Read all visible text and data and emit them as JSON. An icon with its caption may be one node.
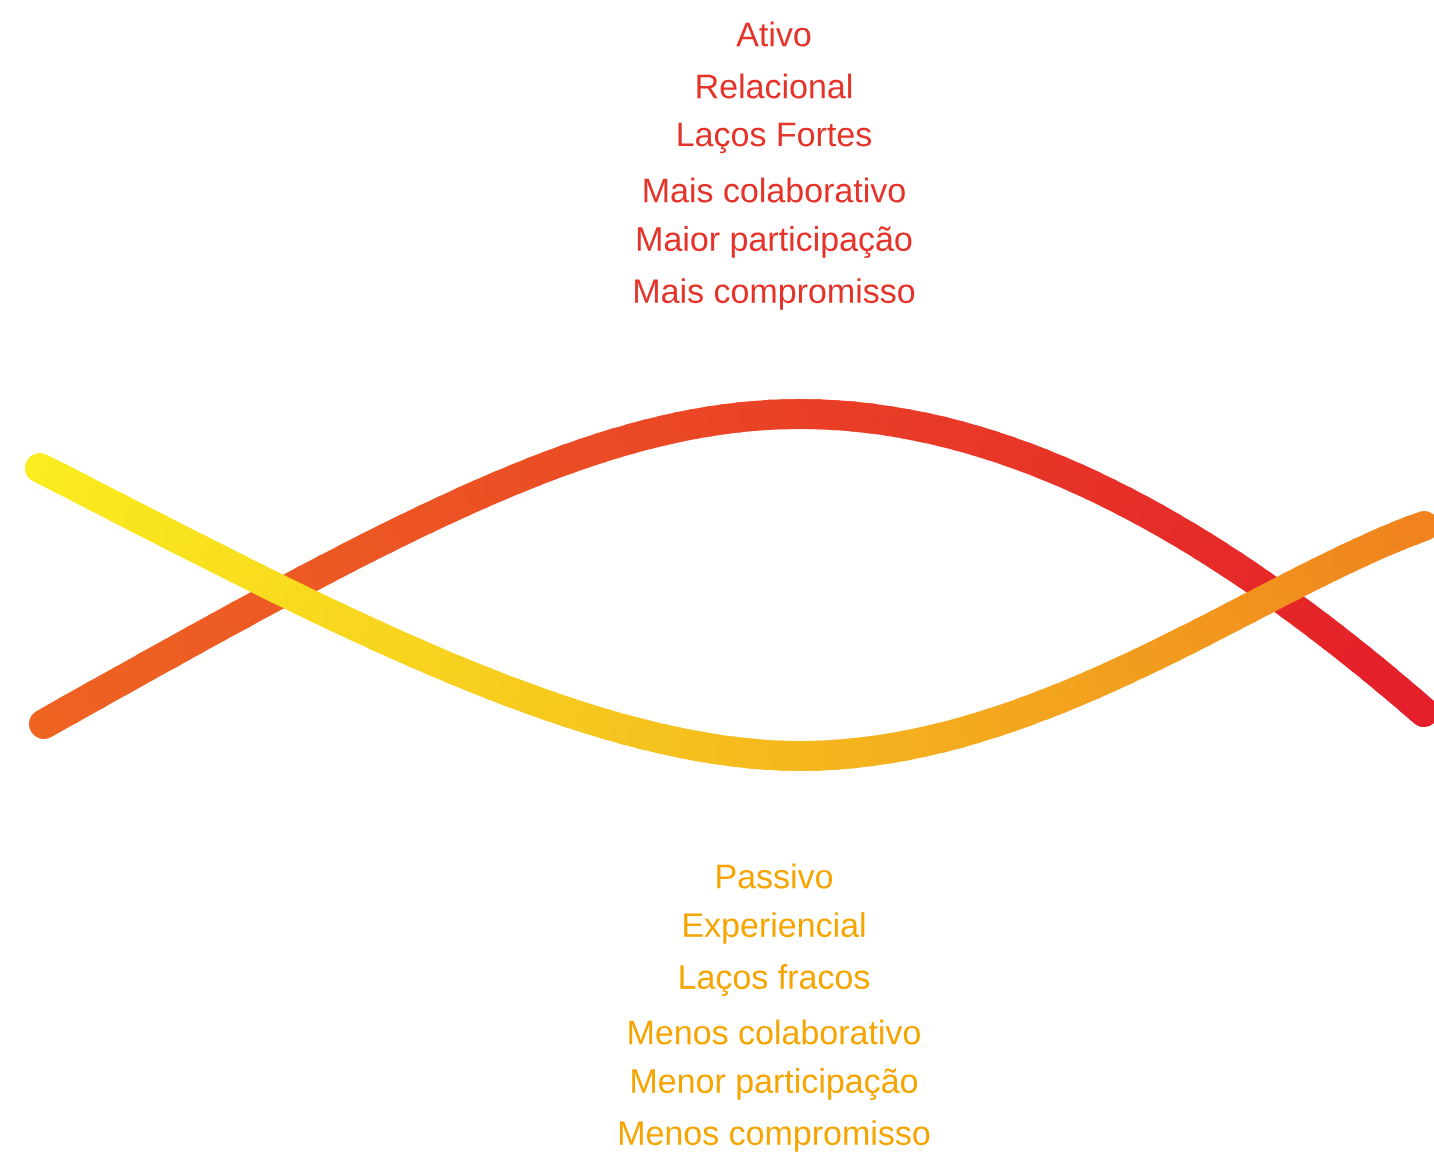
{
  "diagram": {
    "labels": [
      "Ativo",
      "Relacional",
      "Laços Fortes",
      "Mais colaborativo",
      "Maior participação",
      "Mais compromisso",
      "Passivo",
      "Experiencial",
      "Laços fracos",
      "Menos colaborativo",
      "Menor participação",
      "Menos compromisso"
    ]
  }
}
